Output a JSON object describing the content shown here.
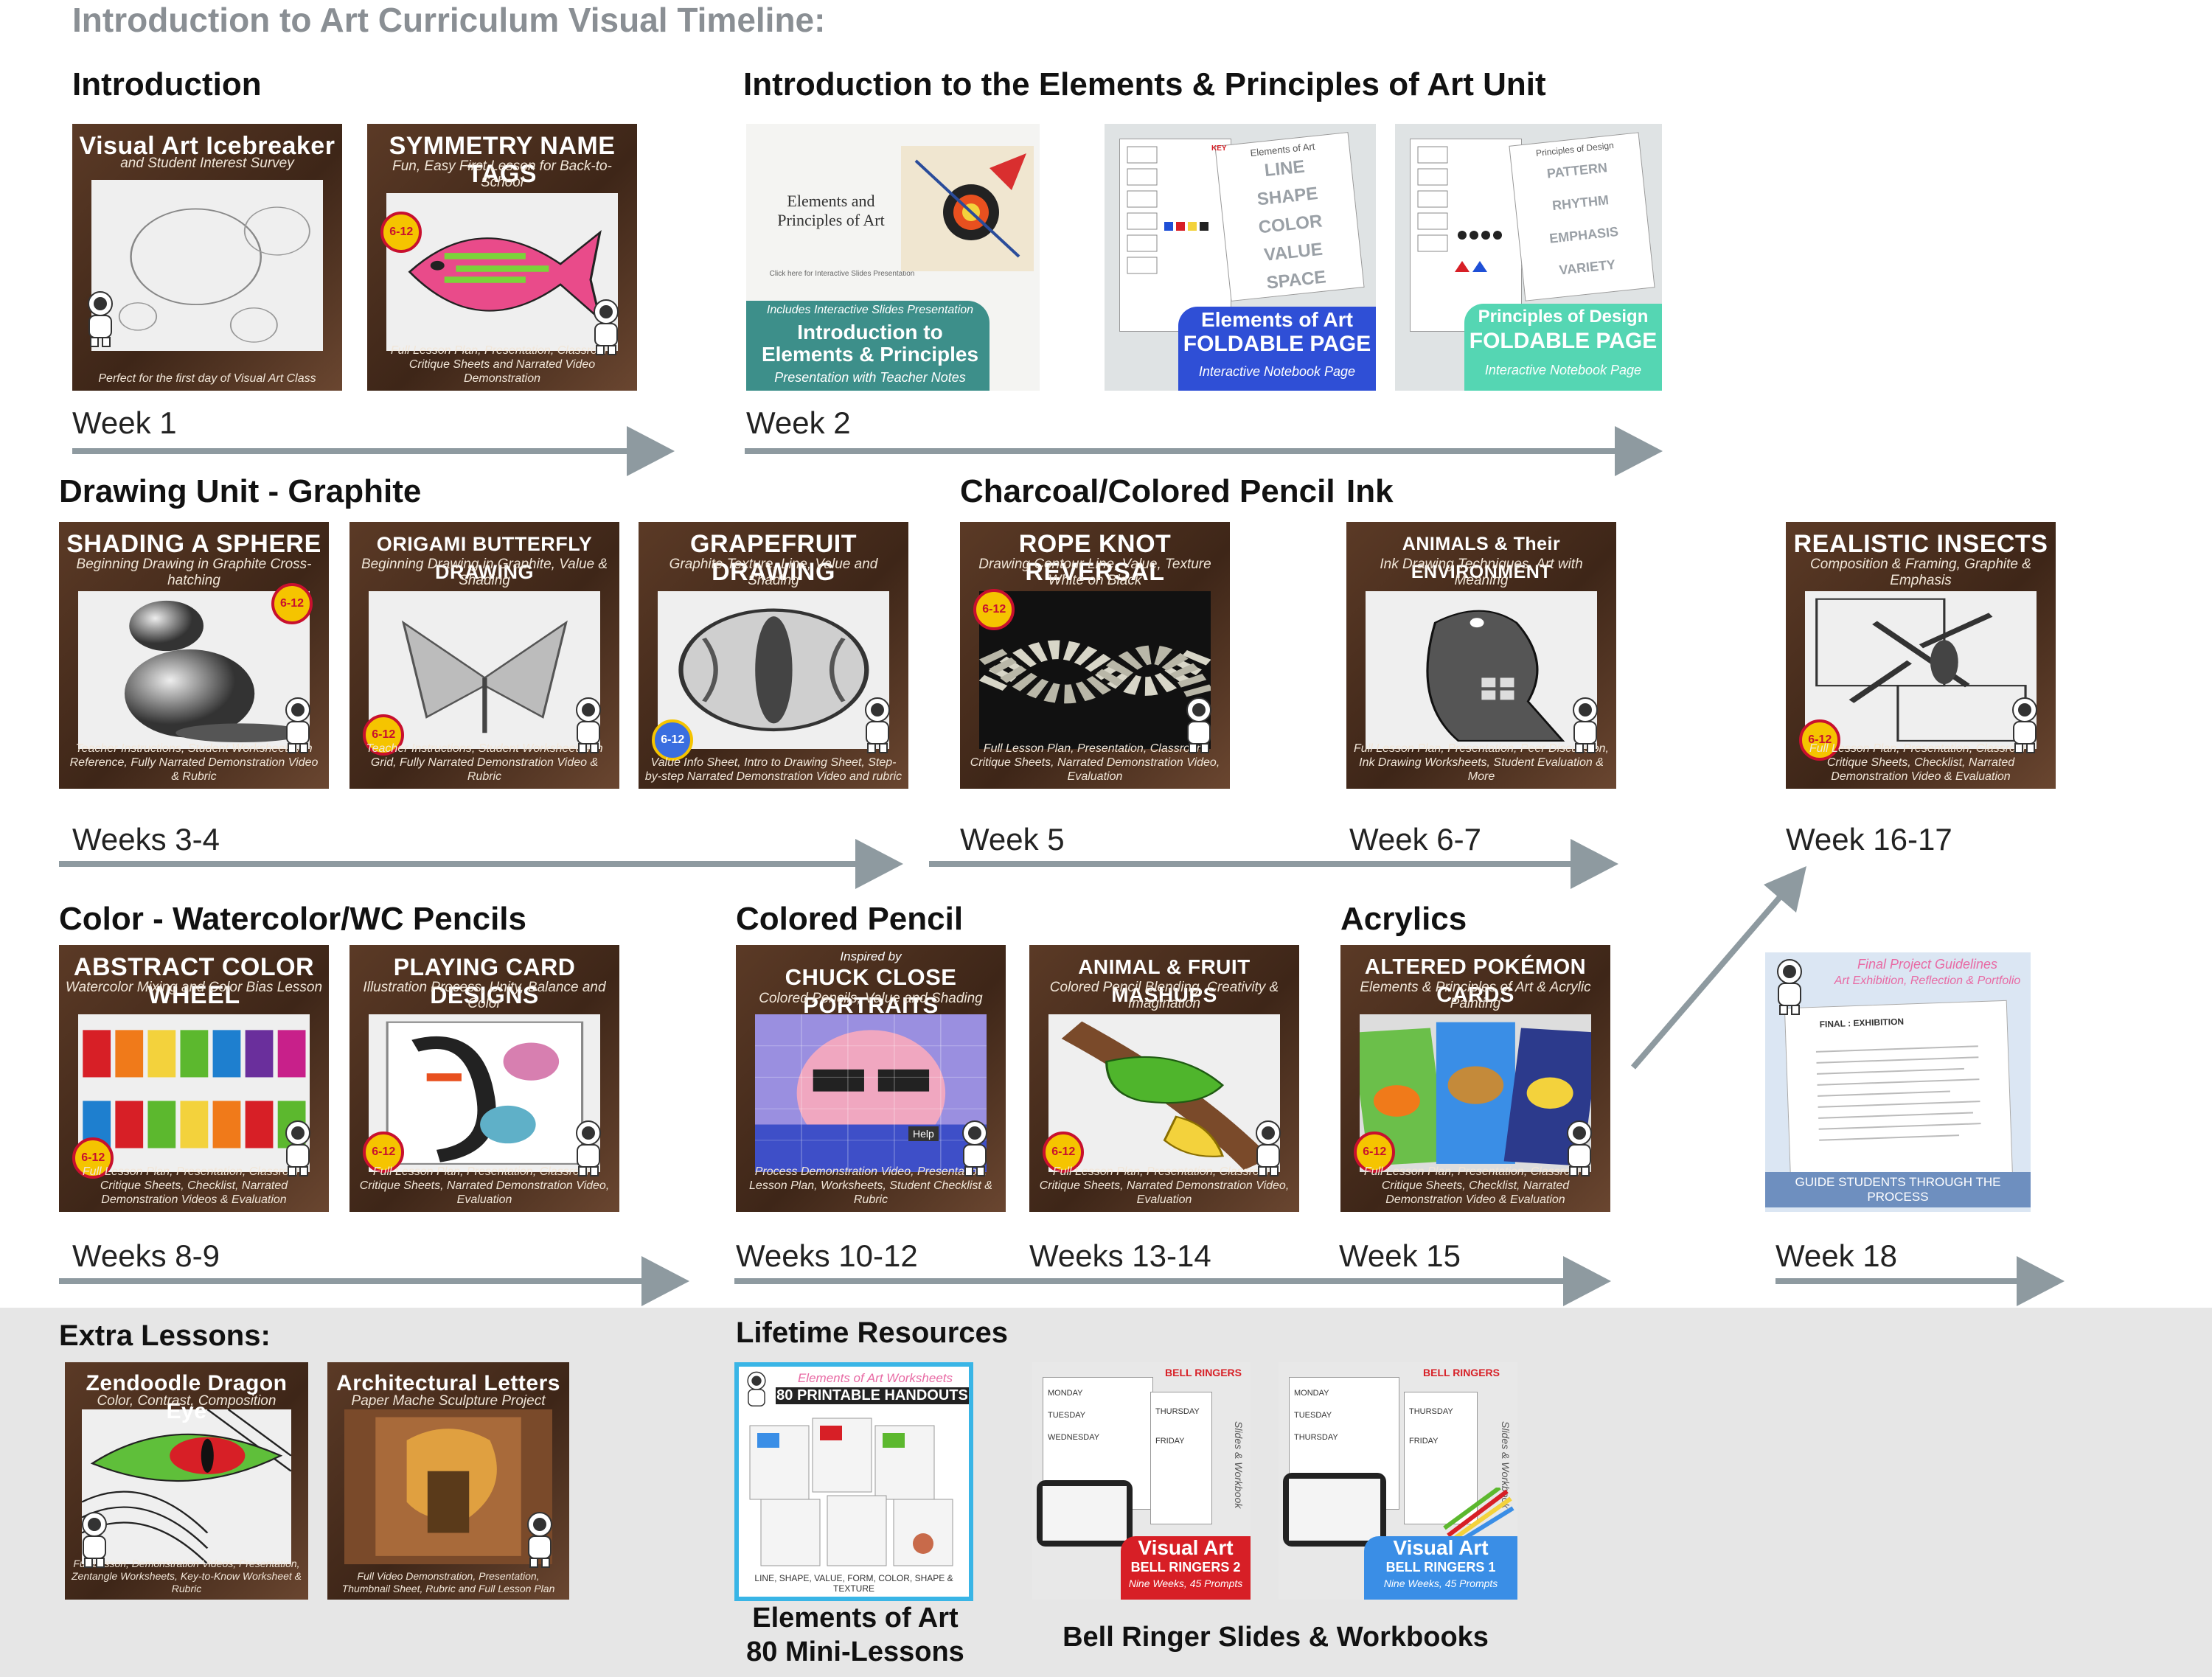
{
  "page_title": "Introduction to Art Curriculum Visual Timeline:",
  "sections": {
    "introduction": "Introduction",
    "elements_principles": "Introduction to the Elements & Principles of Art Unit",
    "drawing_graphite": "Drawing Unit - Graphite",
    "charcoal_colored_pencil": "Charcoal/Colored Pencil",
    "ink": "Ink",
    "color_watercolor": "Color - Watercolor/WC Pencils",
    "colored_pencil": "Colored Pencil",
    "acrylics": "Acrylics",
    "extra_lessons": "Extra Lessons:",
    "lifetime_resources": "Lifetime Resources"
  },
  "weeks": {
    "w1": "Week 1",
    "w2": "Week 2",
    "w3_4": "Weeks 3-4",
    "w5": "Week 5",
    "w6_7": "Week 6-7",
    "w16_17": "Week 16-17",
    "w8_9": "Weeks 8-9",
    "w10_12": "Weeks 10-12",
    "w13_14": "Weeks 13-14",
    "w15": "Week 15",
    "w18": "Week 18"
  },
  "cards": {
    "icebreaker": {
      "title": "Visual Art Icebreaker",
      "subtitle": "and Student Interest Survey",
      "footer": "Perfect for the first day of Visual Art Class"
    },
    "symmetry": {
      "title": "SYMMETRY NAME TAGS",
      "subtitle": "Fun, Easy First Lesson for Back-to-School",
      "footer": "Full Lesson Plan, Presentation, Classroom Critique Sheets and Narrated Video Demonstration",
      "grade": "6-12"
    },
    "intro_ep": {
      "top_text": "Elements and Principles of Art",
      "link_text": "Click here for Interactive Slides Presentation",
      "banner_small": "Includes Interactive Slides Presentation",
      "banner_big": "Introduction to Elements & Principles",
      "banner_sub": "Presentation with Teacher Notes"
    },
    "elements_foldable": {
      "tabs": [
        "LINE",
        "SHAPE",
        "COLOR",
        "VALUE",
        "SPACE"
      ],
      "tab_header": "Elements of Art",
      "key_label": "KEY",
      "banner_big": "Elements of Art",
      "banner_big2": "FOLDABLE PAGE",
      "banner_sub": "Interactive Notebook Page"
    },
    "principles_foldable": {
      "tabs": [
        "PATTERN",
        "RHYTHM",
        "EMPHASIS",
        "VARIETY"
      ],
      "tab_header": "Principles of Design",
      "banner_big": "Principles of Design",
      "banner_big2": "FOLDABLE PAGE",
      "banner_sub": "Interactive Notebook Page"
    },
    "shading_sphere": {
      "title": "SHADING A SPHERE",
      "subtitle": "Beginning Drawing in Graphite Cross-hatching",
      "footer": "Teacher Instructions, Student Worksheet with Reference, Fully Narrated Demonstration Video & Rubric",
      "grade": "6-12"
    },
    "origami": {
      "title": "ORIGAMI BUTTERFLY DRAWING",
      "subtitle": "Beginning Drawing in Graphite, Value & Shading",
      "footer": "Teacher Instructions, Student Worksheet with Grid, Fully Narrated Demonstration Video & Rubric",
      "grade": "6-12"
    },
    "grapefruit": {
      "title": "GRAPEFRUIT DRAWING",
      "subtitle": "Graphite Texture, Line, Value and Shading",
      "footer": "Value Info Sheet, Intro to Drawing Sheet, Step-by-step Narrated Demonstration Video and rubric",
      "grade": "6-12"
    },
    "rope_knot": {
      "title": "ROPE KNOT REVERSAL",
      "subtitle": "Drawing Contour Line, Value, Texture White on Black",
      "footer": "Full Lesson Plan, Presentation, Classroom Critique Sheets, Narrated Demonstration Video, Evaluation",
      "grade": "6-12"
    },
    "animals_env": {
      "title": "ANIMALS & Their ENVIRONMENT",
      "subtitle": "Ink Drawing Techniques, Art with Meaning",
      "footer": "Full Lesson Plan, Presentation, Peer Discussion, Ink Drawing Worksheets, Student Evaluation & More"
    },
    "insects": {
      "title": "REALISTIC INSECTS",
      "subtitle": "Composition & Framing, Graphite & Emphasis",
      "footer": "Full Lesson Plan, Presentation, Classroom Critique Sheets, Checklist, Narrated Demonstration Video & Evaluation",
      "grade": "6-12"
    },
    "color_wheel": {
      "title": "ABSTRACT COLOR WHEEL",
      "subtitle": "Watercolor Mixing and Color Bias Lesson",
      "footer": "Full Lesson Plan, Presentation, Classroom Critique Sheets, Checklist, Narrated Demonstration Videos & Evaluation",
      "grade": "6-12"
    },
    "playing_card": {
      "title": "PLAYING CARD DESIGNS",
      "subtitle": "Illustration Process, Unity, Balance and Color",
      "footer": "Full Lesson Plan, Presentation, Classroom Critique Sheets, Narrated Demonstration Video, Evaluation",
      "grade": "6-12"
    },
    "chuck_close": {
      "title": "CHUCK CLOSE PORTRAITS",
      "pretitle": "Inspired by",
      "subtitle": "Colored Pencils, Value and Shading",
      "footer": "Process Demonstration Video, Presentation, Lesson Plan, Worksheets, Student Checklist & Rubric",
      "help": "Help"
    },
    "mashups": {
      "title": "ANIMAL & FRUIT MASHUPS",
      "subtitle": "Colored Pencil Blending, Creativity & Imagination",
      "footer": "Full Lesson Plan, Presentation, Classroom Critique Sheets, Narrated Demonstration Video, Evaluation",
      "grade": "6-12"
    },
    "pokemon": {
      "title": "ALTERED POKÉMON CARDS",
      "subtitle": "Elements & Principles of Art & Acrylic Painting",
      "footer": "Full Lesson Plan, Presentation, Classroom Critique Sheets, Checklist, Narrated Demonstration Video & Evaluation",
      "grade": "6-12"
    },
    "final_project": {
      "title": "Final Project Guidelines",
      "subtitle": "Art Exhibition, Reflection & Portfolio",
      "doc_heading": "FINAL : EXHIBITION",
      "footer": "GUIDE STUDENTS THROUGH THE PROCESS"
    },
    "dragon_eye": {
      "title": "Zendoodle Dragon Eye",
      "subtitle": "Color, Contrast, Composition",
      "footer": "Full Lesson, Demonstration Videos, Presentation, Zentangle Worksheets, Key-to-Know Worksheet & Rubric"
    },
    "arch_letters": {
      "title": "Architectural Letters",
      "subtitle": "Paper Mache Sculpture Project",
      "footer": "Full Video Demonstration, Presentation, Thumbnail Sheet, Rubric and Full Lesson Plan"
    },
    "elements_bundle": {
      "title": "Elements of Art Worksheets Bundle",
      "big": "80 PRINTABLE HANDOUTS",
      "footer": "LINE, SHAPE, VALUE, FORM, COLOR, SHAPE & TEXTURE"
    },
    "bell2": {
      "header": "BELL RINGERS",
      "side": "Slides & Workbook",
      "days": [
        "MONDAY",
        "TUESDAY",
        "THURSDAY",
        "FRIDAY",
        "WEDNESDAY"
      ],
      "banner_big": "Visual Art",
      "banner_mid": "BELL RINGERS 2",
      "banner_sub": "Nine Weeks, 45 Prompts"
    },
    "bell1": {
      "header": "BELL RINGERS",
      "side": "Slides & Workbook",
      "days": [
        "MONDAY",
        "TUESDAY",
        "THURSDAY",
        "FRIDAY",
        "THURSDAY"
      ],
      "banner_big": "Visual Art",
      "banner_mid": "BELL RINGERS 1",
      "banner_sub": "Nine Weeks, 45 Prompts"
    }
  },
  "captions": {
    "elements_mini": [
      "Elements of Art",
      "80 Mini-Lessons"
    ],
    "bell_ringers": "Bell Ringer Slides & Workbooks"
  },
  "colors": {
    "title_gray": "#8a8f94",
    "arrow_gray": "#8e9aa0",
    "band_gray": "#e6e6e6",
    "teal_banner": "#3d8f8a",
    "blue_banner": "#2f4fd6",
    "mint_banner": "#55d6b3",
    "red_banner": "#d71f26",
    "sky_banner": "#3a8ee6"
  }
}
